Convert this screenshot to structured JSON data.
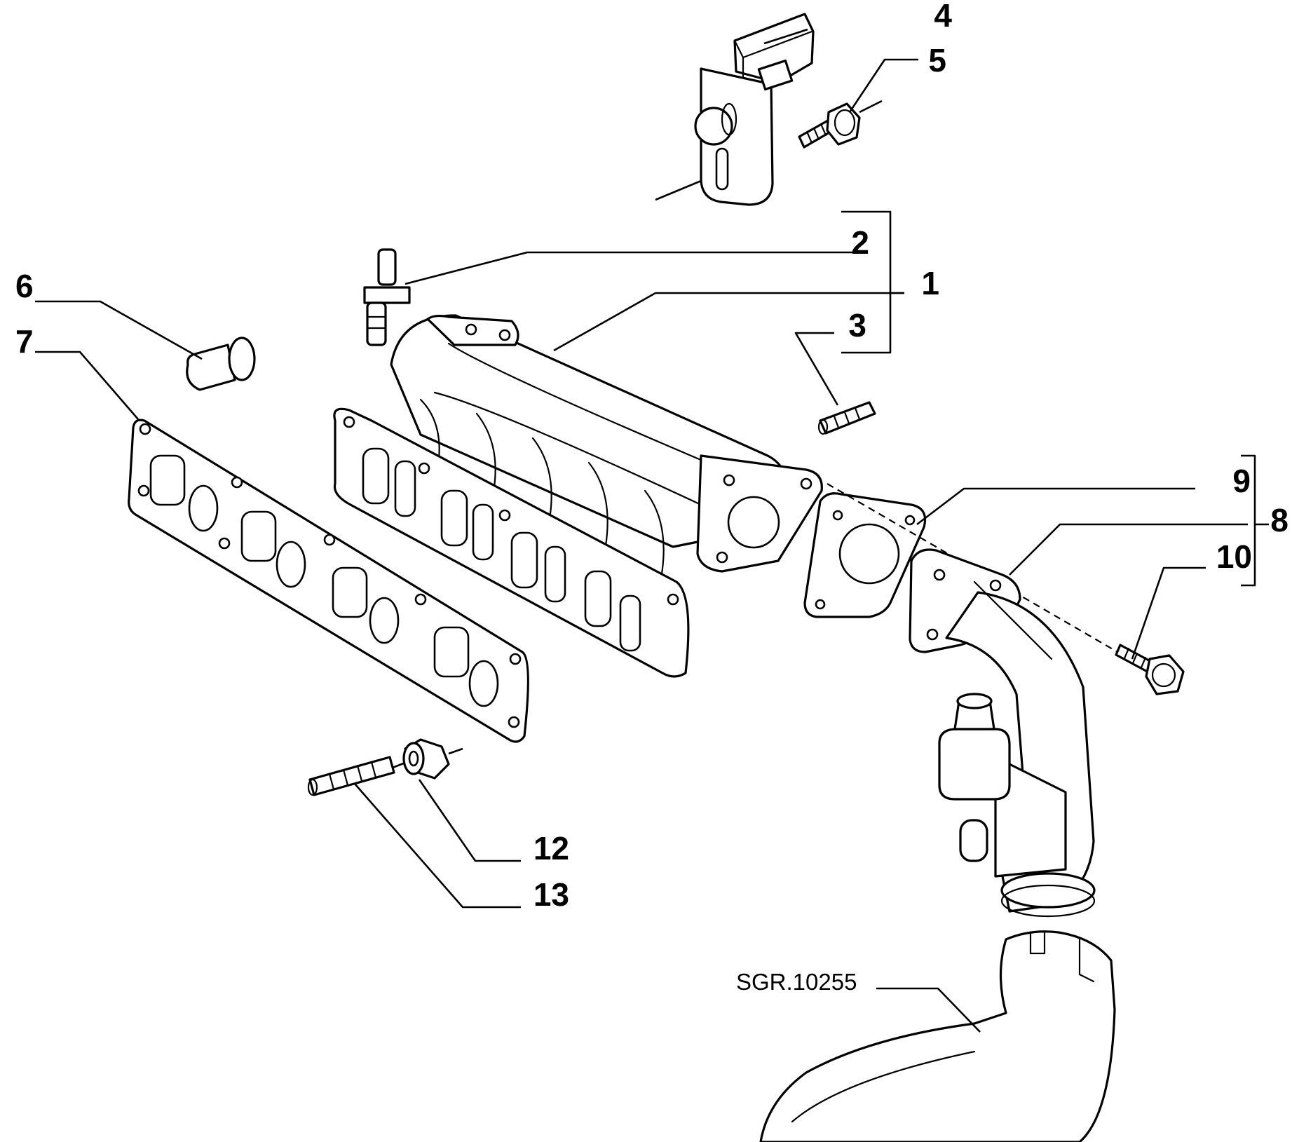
{
  "callouts": [
    {
      "id": "c1",
      "label": "1"
    },
    {
      "id": "c2",
      "label": "2"
    },
    {
      "id": "c3",
      "label": "3"
    },
    {
      "id": "c4",
      "label": "4"
    },
    {
      "id": "c5",
      "label": "5"
    },
    {
      "id": "c6",
      "label": "6"
    },
    {
      "id": "c7",
      "label": "7"
    },
    {
      "id": "c8",
      "label": "8"
    },
    {
      "id": "c9",
      "label": "9"
    },
    {
      "id": "c10",
      "label": "10"
    },
    {
      "id": "c12",
      "label": "12"
    },
    {
      "id": "c13",
      "label": "13"
    }
  ],
  "drawing_ref": "SGR.10255"
}
